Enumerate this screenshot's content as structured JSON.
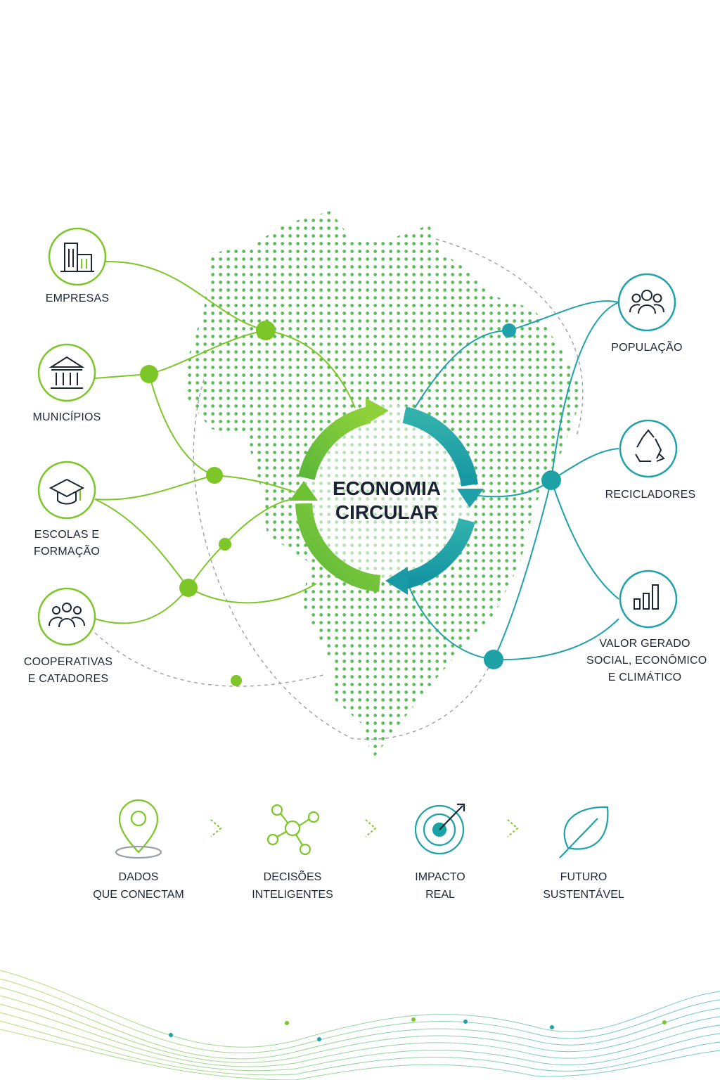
{
  "center": {
    "line1": "ECONOMIA",
    "line2": "CIRCULAR"
  },
  "left_nodes": [
    {
      "icon": "building-icon",
      "line1": "EMPRESAS",
      "line2": ""
    },
    {
      "icon": "bank-icon",
      "line1": "MUNICÍPIOS",
      "line2": ""
    },
    {
      "icon": "graduation-cap-icon",
      "line1": "ESCOLAS E",
      "line2": "FORMAÇÃO"
    },
    {
      "icon": "people-group-icon",
      "line1": "COOPERATIVAS",
      "line2": "E CATADORES"
    }
  ],
  "right_nodes": [
    {
      "icon": "people-icon",
      "line1": "POPULAÇÃO",
      "line2": "",
      "line3": ""
    },
    {
      "icon": "recycle-icon",
      "line1": "RECICLADORES",
      "line2": "",
      "line3": ""
    },
    {
      "icon": "bar-chart-icon",
      "line1": "VALOR GERADO",
      "line2": "SOCIAL, ECONÔMICO",
      "line3": "E CLIMÁTICO"
    }
  ],
  "bottom_steps": [
    {
      "icon": "location-pin-icon",
      "line1": "DADOS",
      "line2": "QUE CONECTAM"
    },
    {
      "icon": "network-icon",
      "line1": "DECISÕES",
      "line2": "INTELIGENTES"
    },
    {
      "icon": "target-icon",
      "line1": "IMPACTO",
      "line2": "REAL"
    },
    {
      "icon": "leaf-icon",
      "line1": "FUTURO",
      "line2": "SUSTENTÁVEL"
    }
  ],
  "colors": {
    "green": "#7cc627",
    "teal": "#1ea2a8",
    "dark": "#1d2433",
    "gray": "#9aa0a6"
  }
}
